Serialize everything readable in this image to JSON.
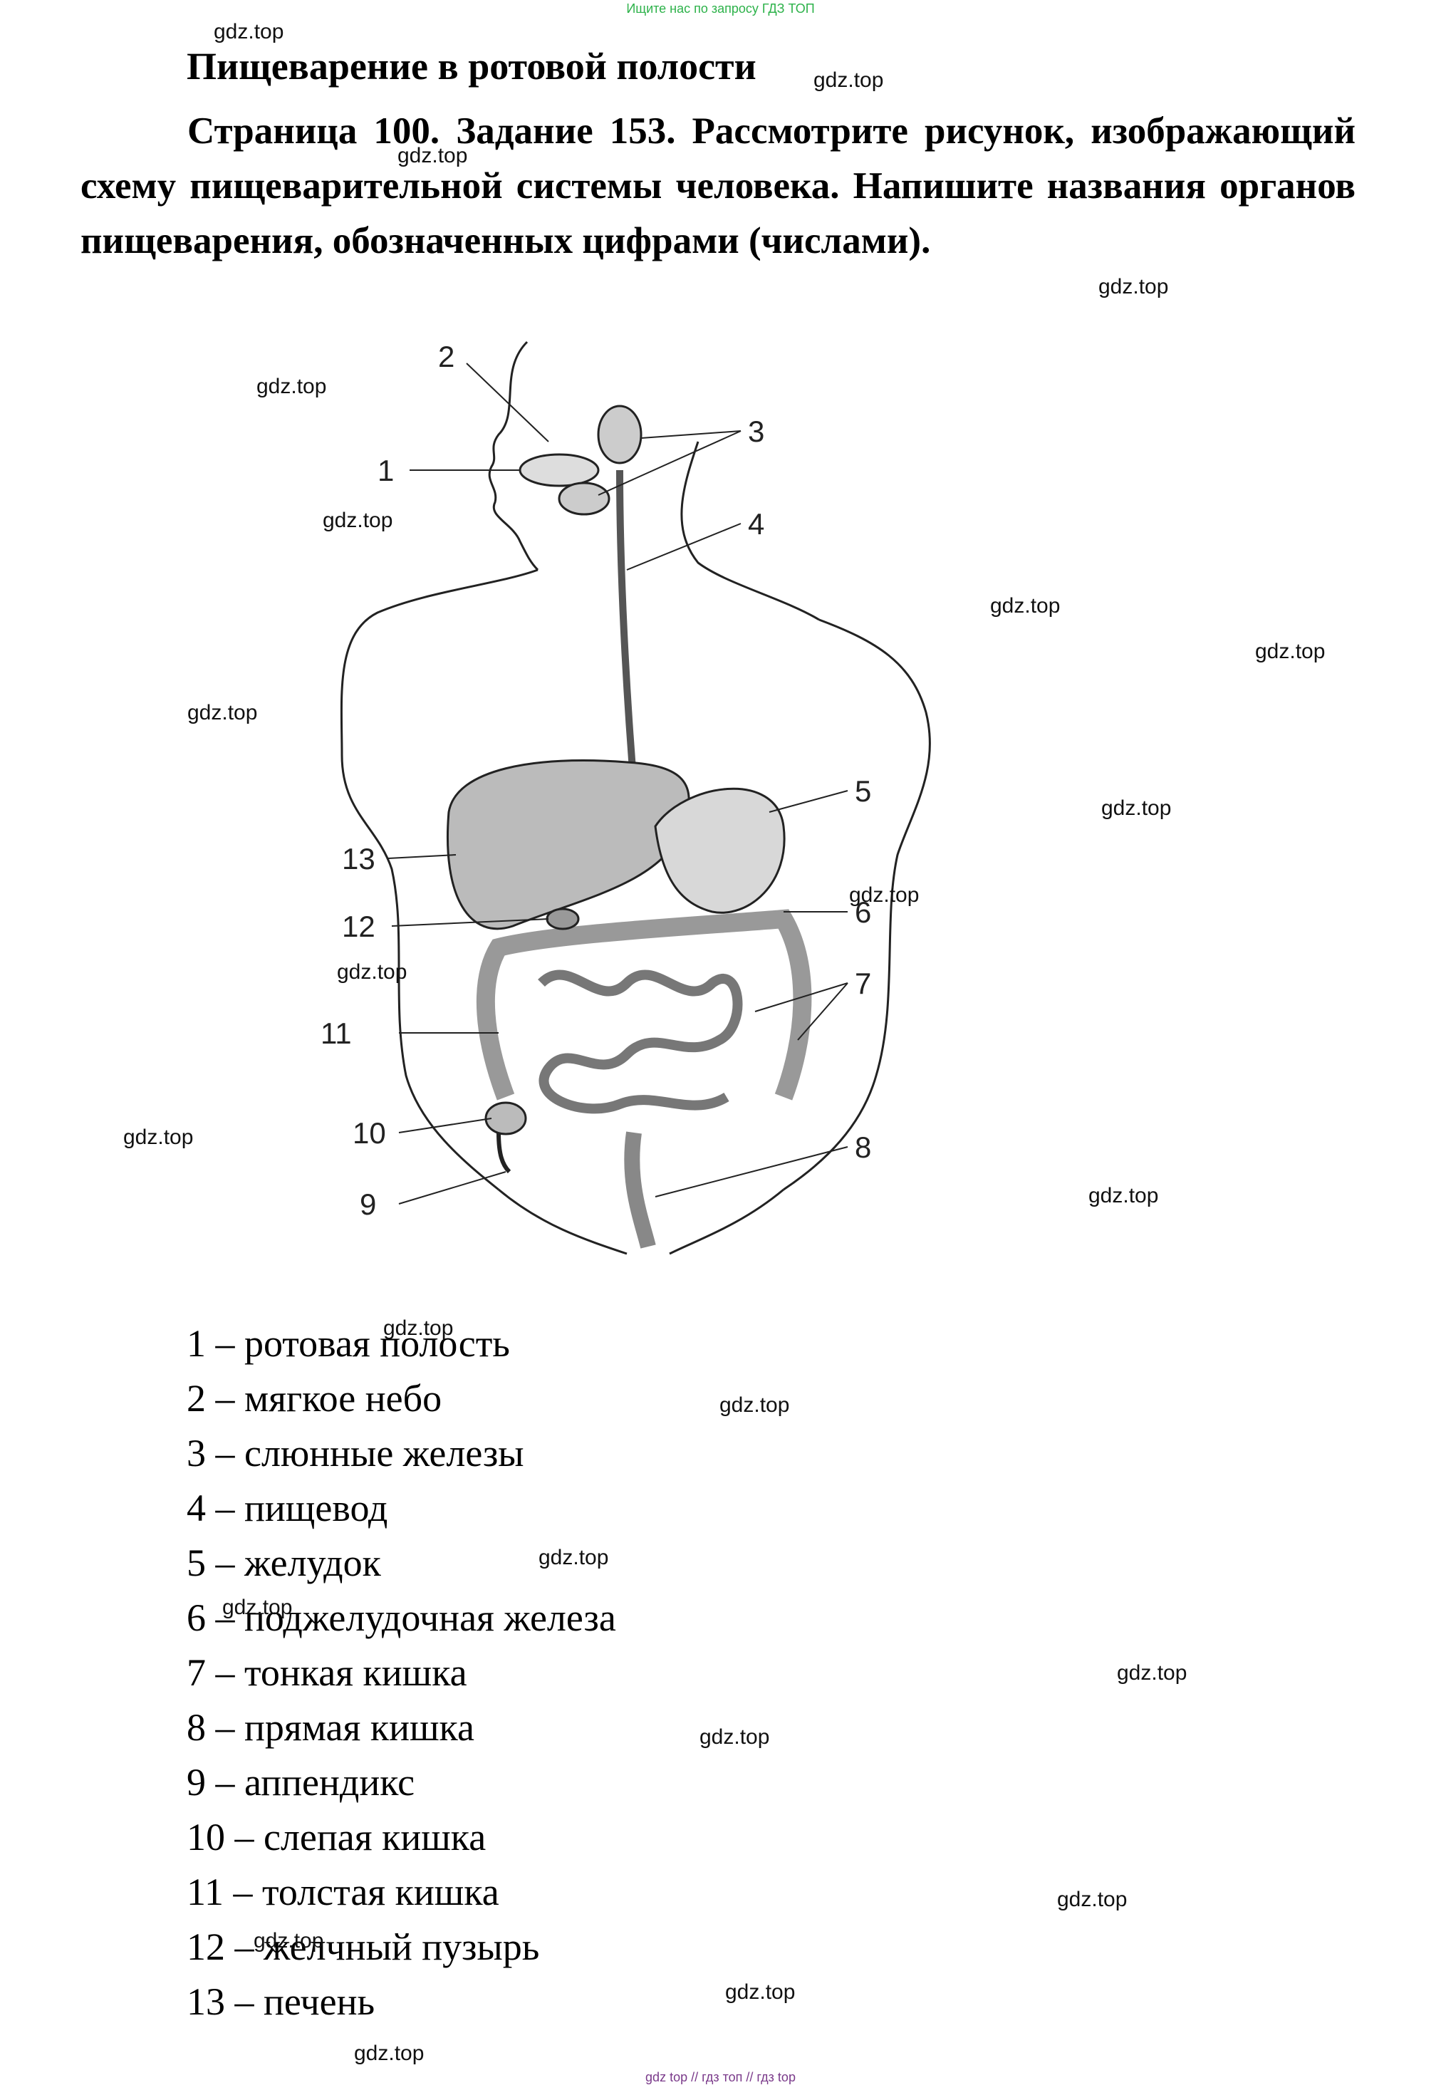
{
  "header": {
    "note": "Ищите нас по запросу ГДЗ ТОП"
  },
  "footer": {
    "note": "gdz top  //  гдз топ  //  гдз top"
  },
  "title": "Пищеварение в ротовой полости",
  "task": {
    "label": "Страница 100. Задание 153.",
    "text": "Рассмотрите рисунок, изображающий схему пищеварительной системы человека. Напишите названия органов пищеварения, обозначенных цифрами (числами)."
  },
  "figure": {
    "labels": [
      "1",
      "2",
      "3",
      "4",
      "5",
      "6",
      "7",
      "8",
      "9",
      "10",
      "11",
      "12",
      "13"
    ]
  },
  "answers": [
    "1 – ротовая полость",
    "2 – мягкое небо",
    "3 – слюнные железы",
    "4 – пищевод",
    "5 – желудок",
    "6 – поджелудочная железа",
    "7 – тонкая кишка",
    "8 – прямая кишка",
    "9 – аппендикс",
    "10 – слепая кишка",
    "11 – толстая кишка",
    "12 – желчный пузырь",
    "13 – печень"
  ],
  "watermark": "gdz.top"
}
